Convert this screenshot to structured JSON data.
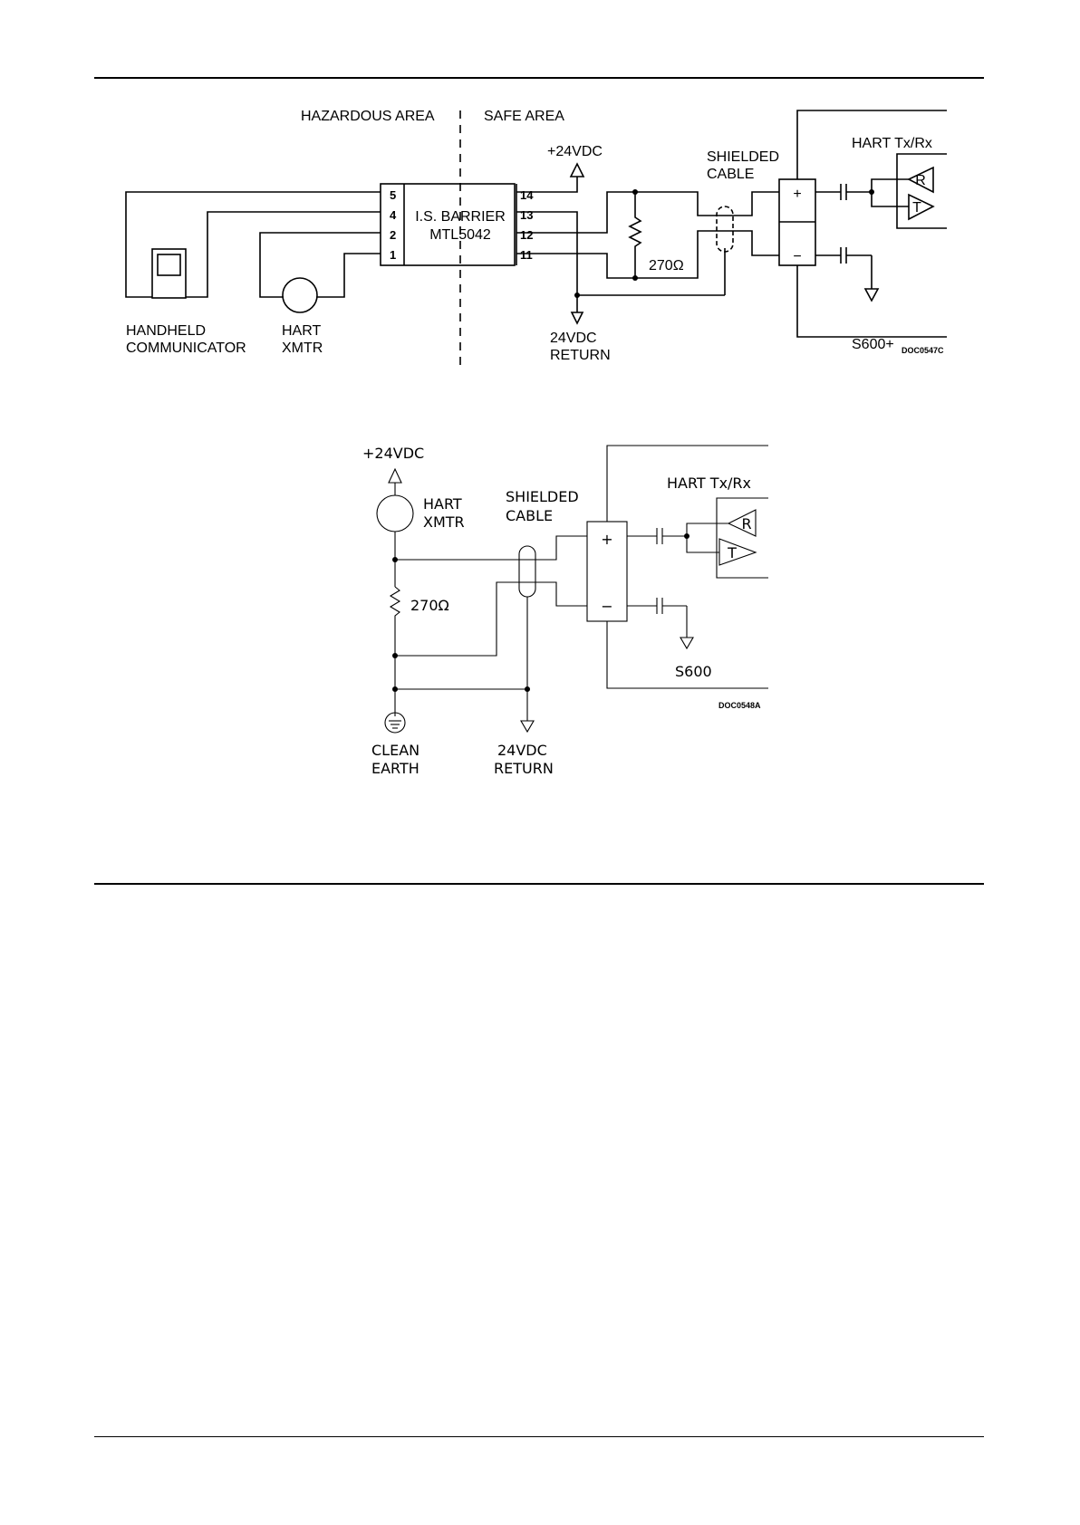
{
  "diagram1": {
    "hazardous_area": "HAZARDOUS AREA",
    "safe_area": "SAFE AREA",
    "supply": "+24VDC",
    "shielded_cable": [
      "SHIELDED",
      "CABLE"
    ],
    "hart_txrx": "HART Tx/Rx",
    "barrier": [
      "I.S. BARRIER",
      "MTL5042"
    ],
    "pins_left": [
      "5",
      "4",
      "2",
      "1"
    ],
    "pins_right": [
      "14",
      "13",
      "12",
      "11"
    ],
    "resistor": "270Ω",
    "plus": "+",
    "minus": "−",
    "receiver": "R",
    "transmitter": "T",
    "return": [
      "24VDC",
      "RETURN"
    ],
    "device": "S600+",
    "handheld": [
      "HANDHELD",
      "COMMUNICATOR"
    ],
    "xmtr": [
      "HART",
      "XMTR"
    ],
    "doc_ref": "DOC0547C"
  },
  "diagram2": {
    "supply": "+24VDC",
    "xmtr": [
      "HART",
      "XMTR"
    ],
    "shielded_cable": [
      "SHIELDED",
      "CABLE"
    ],
    "hart_txrx": "HART Tx/Rx",
    "resistor": "270Ω",
    "plus": "+",
    "minus": "−",
    "receiver": "R",
    "transmitter": "T",
    "device": "S600",
    "doc_ref": "DOC0548A",
    "clean_earth": [
      "CLEAN",
      "EARTH"
    ],
    "return": [
      "24VDC",
      "RETURN"
    ]
  }
}
